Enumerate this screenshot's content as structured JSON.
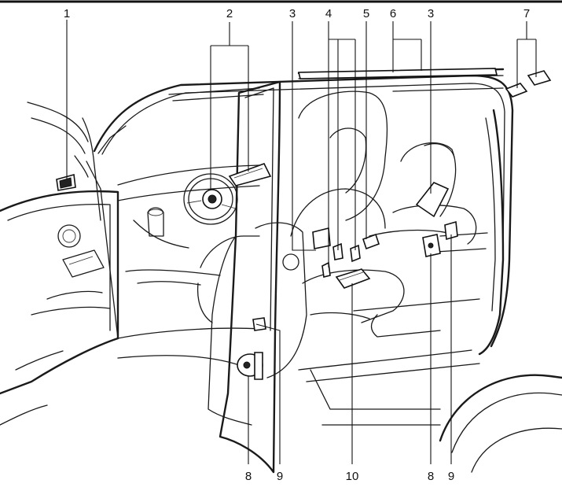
{
  "callouts": {
    "c1": "1",
    "c2": "2",
    "c3a": "3",
    "c4": "4",
    "c5": "5",
    "c6": "6",
    "c3b": "3",
    "c7": "7",
    "c8a": "8",
    "c9a": "9",
    "c10": "10",
    "c8b": "8",
    "c9b": "9"
  }
}
